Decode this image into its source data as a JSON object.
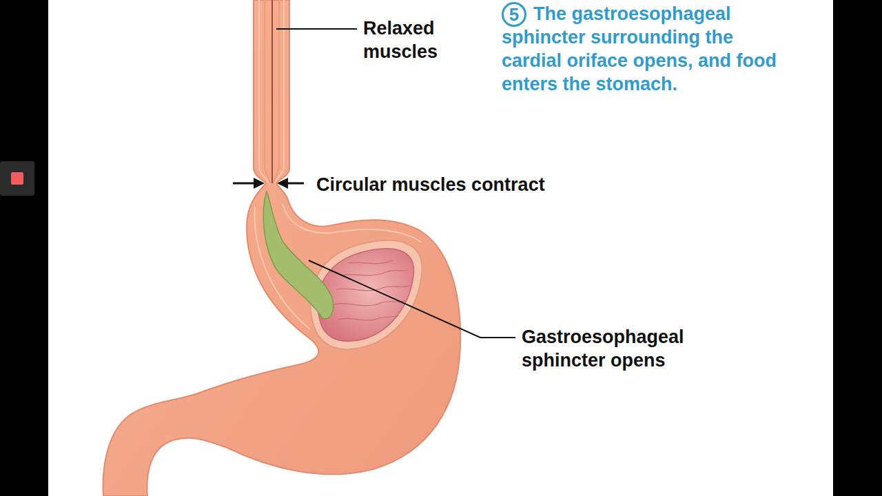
{
  "diagram": {
    "labels": [
      "5",
      "The gastroesophageal sphincter surrounding the cardial oriface opens, and food enters the stomach.",
      "Relaxed muscles",
      "Circular muscles contract",
      "Gastroesophageal sphincter opens"
    ]
  }
}
